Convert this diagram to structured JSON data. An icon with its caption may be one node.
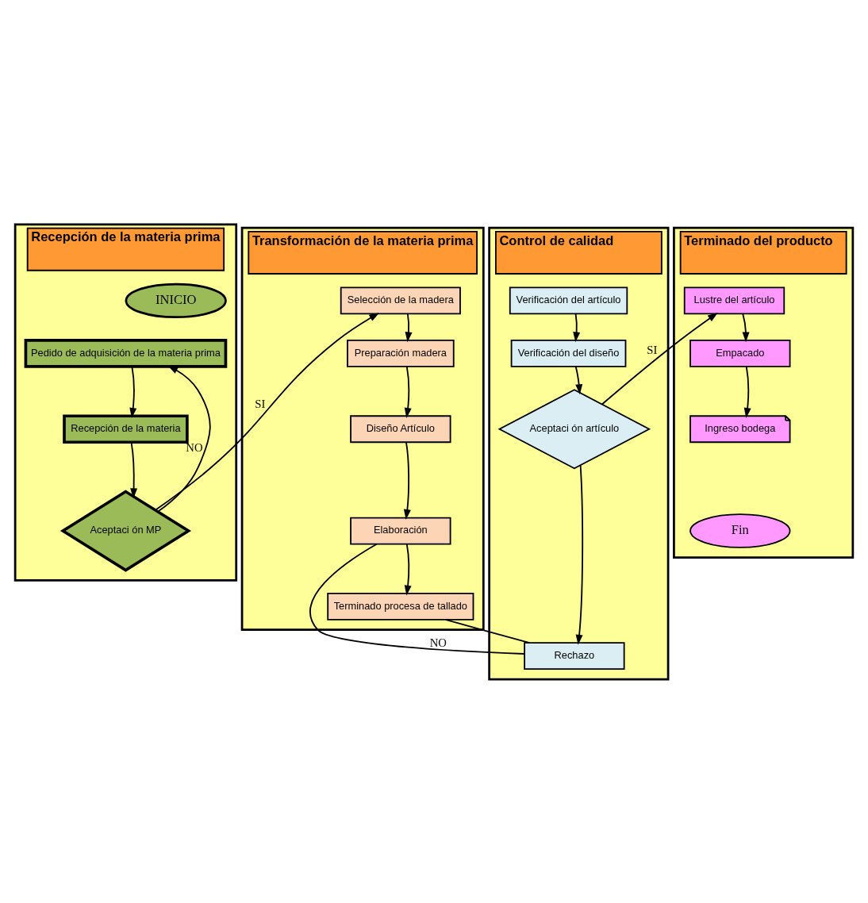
{
  "diagram": {
    "nodes": [
      {
        "text": [
          "Recepción de la materia prima"
        ]
      },
      {
        "text": [
          "INICIO"
        ],
        "in": 0
      },
      {
        "text": [
          "Pedido de adquisición de la materia prima"
        ],
        "in": 0
      },
      {
        "text": [
          "Recepción de la materia"
        ],
        "in": 0
      },
      {
        "text": [
          "Aceptaci ón MP"
        ],
        "in": 0
      },
      {
        "text": [
          "Transformación de la materia prima"
        ]
      },
      {
        "text": [
          "Selección de la madera"
        ],
        "in": 5
      },
      {
        "text": [
          "Preparación madera"
        ],
        "in": 5
      },
      {
        "text": [
          "Diseño Artículo"
        ],
        "in": 5
      },
      {
        "text": [
          "Elaboración"
        ],
        "in": 5
      },
      {
        "text": [
          "Terminado procesa de tallado"
        ],
        "in": 5
      },
      {
        "text": [
          "Control de calidad"
        ]
      },
      {
        "text": [
          "Verificación del artículo"
        ],
        "in": 11
      },
      {
        "text": [
          "Verificación del diseño"
        ],
        "in": 11
      },
      {
        "text": [
          "Aceptaci ón artículo"
        ],
        "in": 11
      },
      {
        "text": [
          "Rechazo"
        ],
        "in": 11
      },
      {
        "text": [
          "Terminado del producto"
        ]
      },
      {
        "text": [
          "Lustre del artículo"
        ],
        "in": 16
      },
      {
        "text": [
          "Empacado"
        ],
        "in": 16
      },
      {
        "text": [
          "Ingreso bodega"
        ],
        "in": 16
      },
      {
        "text": [
          "Fin"
        ],
        "in": 16
      }
    ],
    "edges": [
      {
        "from": 2,
        "to": 3,
        "arrow": "to"
      },
      {
        "from": 3,
        "to": 4,
        "arrow": "to"
      },
      {
        "from": 4,
        "to": 2,
        "arrow": "to",
        "label": "NO"
      },
      {
        "from": 4,
        "to": 6,
        "arrow": "to",
        "label": "SI"
      },
      {
        "from": 6,
        "to": 7,
        "arrow": "to"
      },
      {
        "from": 7,
        "to": 8,
        "arrow": "to"
      },
      {
        "from": 8,
        "to": 9,
        "arrow": "to"
      },
      {
        "from": 9,
        "to": 10,
        "arrow": "to"
      },
      {
        "from": 9,
        "to": 15,
        "arrow": "none",
        "label": "NO"
      },
      {
        "from": 10,
        "to": 15,
        "arrow": "none"
      },
      {
        "from": 12,
        "to": 13,
        "arrow": "to"
      },
      {
        "from": 13,
        "to": 14,
        "arrow": "to"
      },
      {
        "from": 14,
        "to": 17,
        "arrow": "to",
        "label": "SI"
      },
      {
        "from": 14,
        "to": 15,
        "arrow": "to"
      },
      {
        "from": 17,
        "to": 18,
        "arrow": "to"
      },
      {
        "from": 18,
        "to": 19,
        "arrow": "to"
      }
    ]
  }
}
